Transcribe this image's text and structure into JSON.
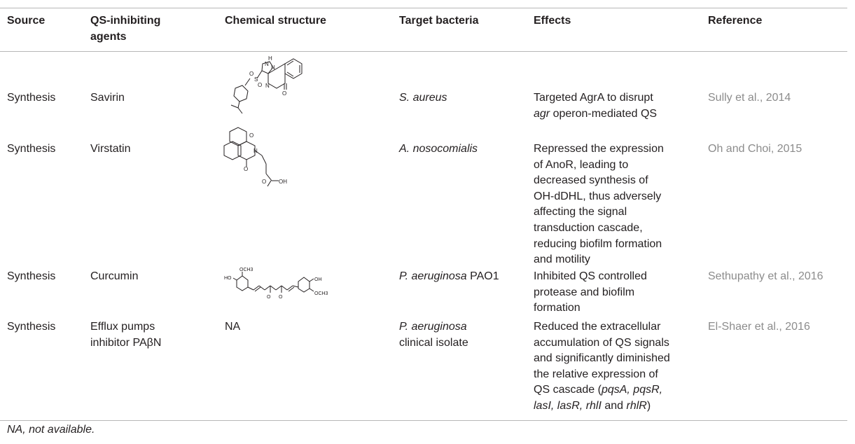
{
  "table": {
    "headers": {
      "source": "Source",
      "agents": [
        "QS-inhibiting",
        "agents"
      ],
      "structure": "Chemical structure",
      "bacteria": "Target bacteria",
      "effects": "Effects",
      "reference": "Reference"
    },
    "rows": [
      {
        "source": "Synthesis",
        "agent": [
          "Savirin"
        ],
        "structure_icon": "savirin-structure",
        "bacteria": [
          [
            {
              "t": "S. aureus",
              "i": true
            }
          ]
        ],
        "effects": [
          [
            {
              "t": "Targeted AgrA to disrupt"
            }
          ],
          [
            {
              "t": "agr",
              "i": true
            },
            {
              "t": " operon-mediated QS"
            }
          ]
        ],
        "reference": "Sully et al., 2014"
      },
      {
        "source": "Synthesis",
        "agent": [
          "Virstatin"
        ],
        "structure_icon": "virstatin-structure",
        "structure_labels": [
          "O",
          "N",
          "O",
          "O",
          "OH"
        ],
        "bacteria": [
          [
            {
              "t": "A. nosocomialis",
              "i": true
            }
          ]
        ],
        "effects": [
          [
            {
              "t": "Repressed the expression"
            }
          ],
          [
            {
              "t": "of AnoR, leading to"
            }
          ],
          [
            {
              "t": "decreased synthesis of"
            }
          ],
          [
            {
              "t": "OH-dDHL, thus adversely"
            }
          ],
          [
            {
              "t": "affecting the signal"
            }
          ],
          [
            {
              "t": "transduction cascade,"
            }
          ],
          [
            {
              "t": "reducing biofilm formation"
            }
          ],
          [
            {
              "t": "and motility"
            }
          ]
        ],
        "reference": "Oh and Choi, 2015"
      },
      {
        "source": "Synthesis",
        "agent": [
          "Curcumin"
        ],
        "structure_icon": "curcumin-structure",
        "structure_labels": [
          "OCH3",
          "HO",
          "O",
          "O",
          "OH",
          "OCH3"
        ],
        "bacteria": [
          [
            {
              "t": "P. aeruginosa",
              "i": true
            },
            {
              "t": " PAO1"
            }
          ]
        ],
        "effects": [
          [
            {
              "t": "Inhibited QS controlled"
            }
          ],
          [
            {
              "t": "protease and biofilm"
            }
          ],
          [
            {
              "t": "formation"
            }
          ]
        ],
        "reference": "Sethupathy et al., 2016"
      },
      {
        "source": "Synthesis",
        "agent": [
          "Efflux pumps",
          "inhibitor PAβN"
        ],
        "structure_text": "NA",
        "bacteria": [
          [
            {
              "t": "P. aeruginosa",
              "i": true
            }
          ],
          [
            {
              "t": "clinical isolate"
            }
          ]
        ],
        "effects": [
          [
            {
              "t": "Reduced the extracellular"
            }
          ],
          [
            {
              "t": "accumulation of QS signals"
            }
          ],
          [
            {
              "t": "and significantly diminished"
            }
          ],
          [
            {
              "t": "the relative expression of"
            }
          ],
          [
            {
              "t": "QS cascade ("
            },
            {
              "t": "pqsA, pqsR,",
              "i": true
            }
          ],
          [
            {
              "t": "lasI, lasR, rhlI",
              "i": true
            },
            {
              "t": " and "
            },
            {
              "t": "rhlR",
              "i": true
            },
            {
              "t": ")"
            }
          ]
        ],
        "reference": "El-Shaer et al., 2016"
      }
    ]
  },
  "footnote": "NA, not available.",
  "colors": {
    "text": "#231f20",
    "reference": "#8c8c8c",
    "rule": "#b7b7b7"
  }
}
